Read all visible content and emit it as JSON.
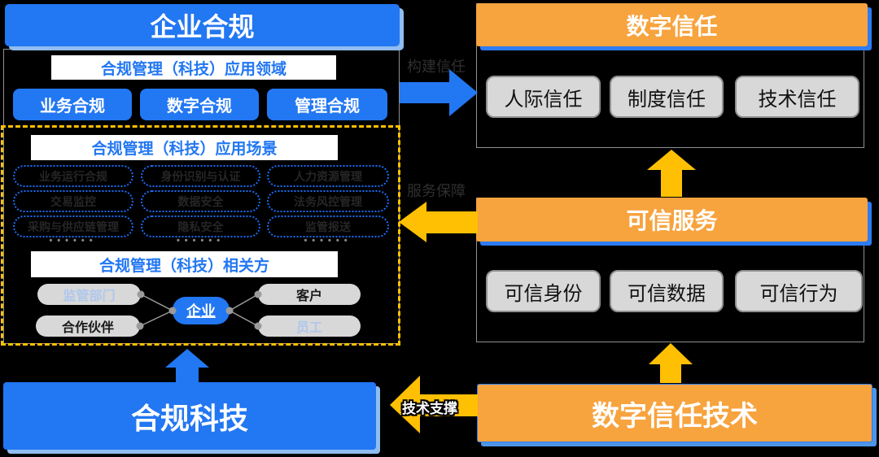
{
  "colors": {
    "blue": "#2277F2",
    "light_blue": "#8FBDF0",
    "orange": "#F7A33E",
    "yellow": "#FFC003"
  },
  "left": {
    "header": "企业合规",
    "domains": {
      "title": "合规管理（科技）应用领域",
      "items": [
        "业务合规",
        "数字合规",
        "管理合规"
      ]
    },
    "scenarios": {
      "title": "合规管理（科技）应用场景",
      "rows": [
        [
          "业务运行合规",
          "身份识别与认证",
          "人力资源管理"
        ],
        [
          "交易监控",
          "数据安全",
          "法务风控管理"
        ],
        [
          "采购与供应链管理",
          "隐私安全",
          "监管报送"
        ]
      ],
      "ellipsis": "••••••"
    },
    "stakeholders": {
      "title": "合规管理（科技）相关方",
      "regulator": "监管部门",
      "partner": "合作伙伴",
      "customer": "客户",
      "employee": "员工",
      "center": "企业"
    },
    "tech": "合规科技"
  },
  "right": {
    "digital_trust": {
      "header": "数字信任",
      "items": [
        "人际信任",
        "制度信任",
        "技术信任"
      ]
    },
    "trusted_services": {
      "header": "可信服务",
      "items": [
        "可信身份",
        "可信数据",
        "可信行为"
      ]
    },
    "tech": "数字信任技术"
  },
  "arrows": {
    "build_trust": "构建信任",
    "service_guarantee": "服务保障",
    "tech_support": "技术支撑"
  }
}
